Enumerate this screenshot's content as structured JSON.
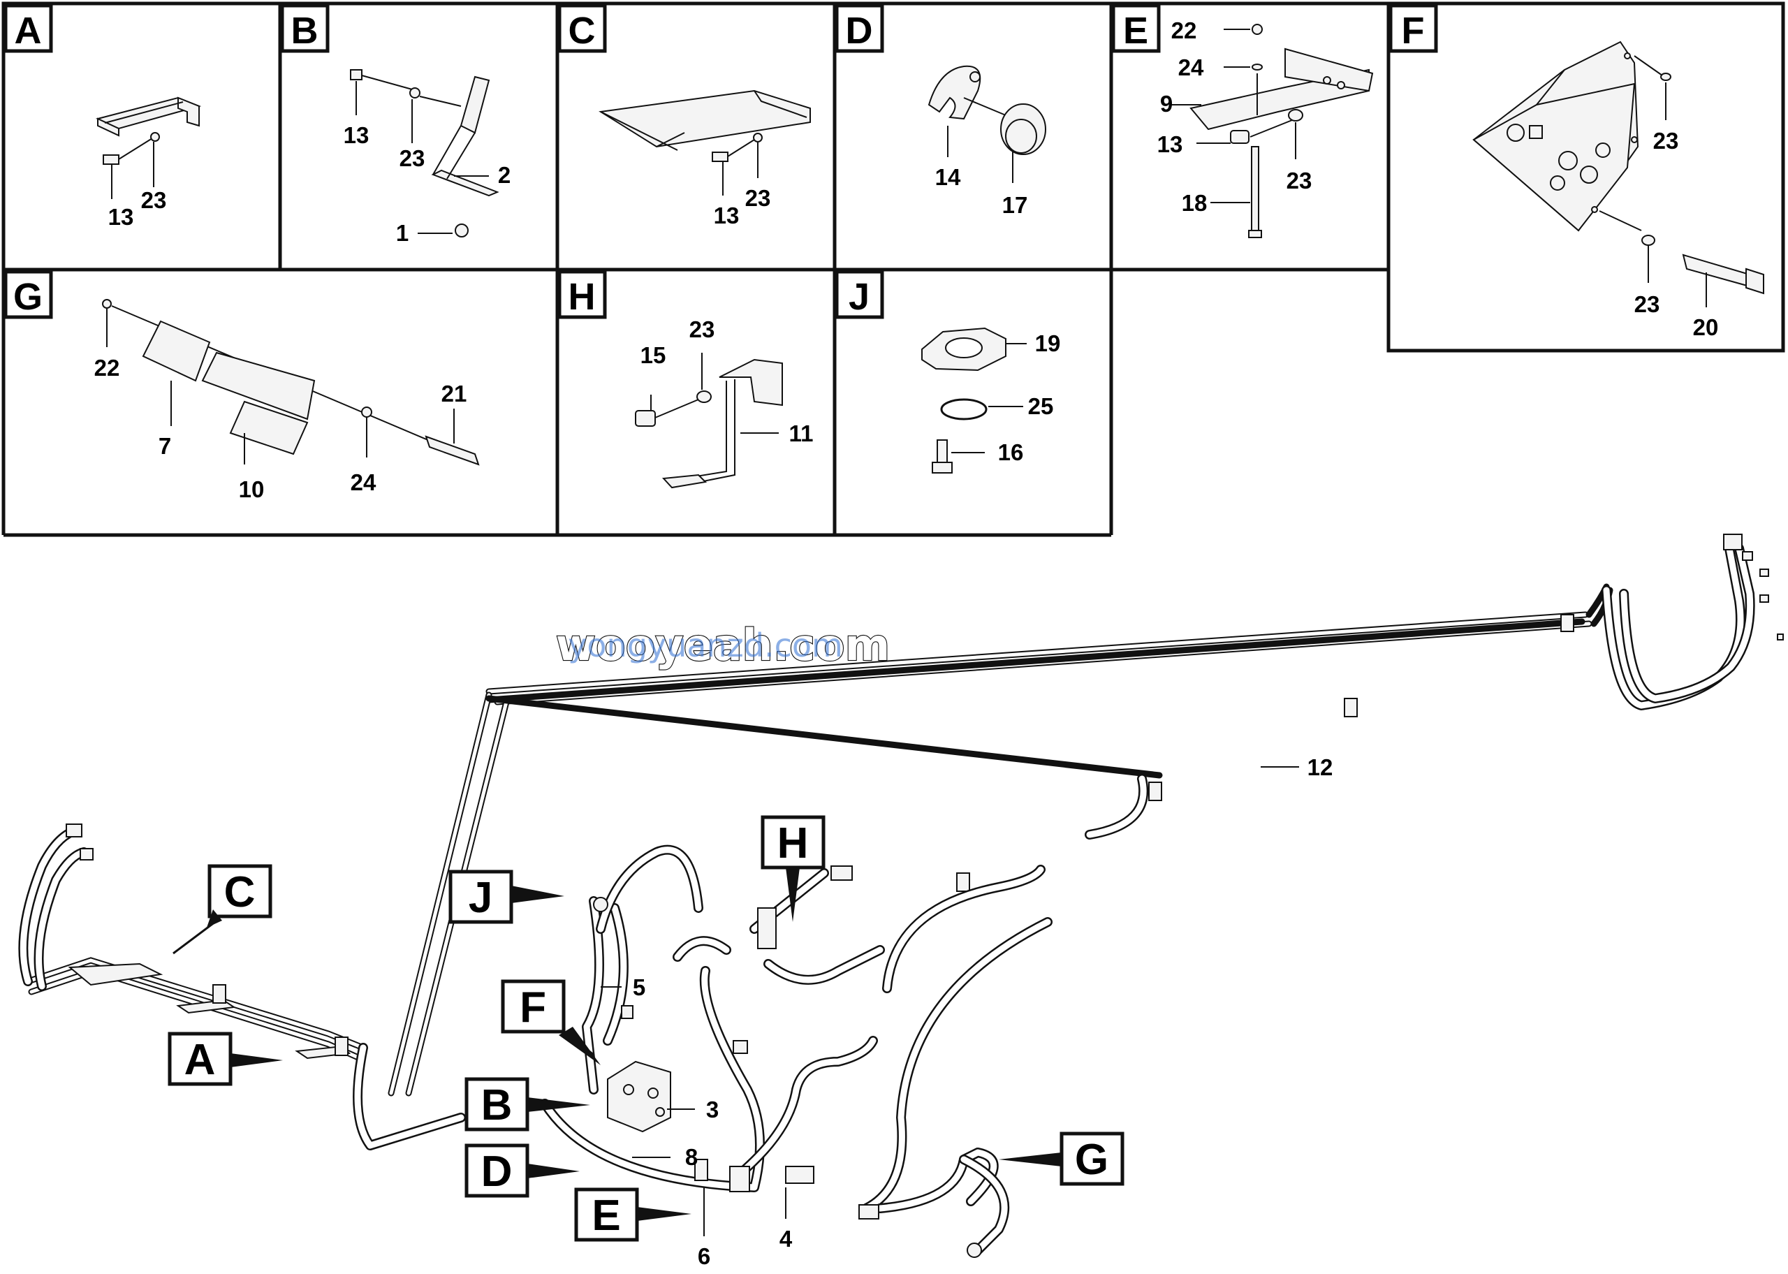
{
  "watermark": {
    "text": "wooyeah.com",
    "overlay_text": "yongyuanzd.com"
  },
  "panels": [
    {
      "letter": "A",
      "callouts": [
        "13",
        "23"
      ]
    },
    {
      "letter": "B",
      "callouts": [
        "13",
        "23",
        "2",
        "1"
      ]
    },
    {
      "letter": "C",
      "callouts": [
        "13",
        "23"
      ]
    },
    {
      "letter": "D",
      "callouts": [
        "14",
        "17"
      ]
    },
    {
      "letter": "E",
      "callouts": [
        "22",
        "24",
        "9",
        "13",
        "23",
        "18"
      ]
    },
    {
      "letter": "F",
      "callouts": [
        "23",
        "23",
        "20"
      ]
    },
    {
      "letter": "G",
      "callouts": [
        "22",
        "7",
        "10",
        "24",
        "21"
      ]
    },
    {
      "letter": "H",
      "callouts": [
        "15",
        "23",
        "11"
      ]
    },
    {
      "letter": "J",
      "callouts": [
        "19",
        "25",
        "16"
      ]
    }
  ],
  "main_view": {
    "refs": [
      "C",
      "A",
      "J",
      "F",
      "B",
      "D",
      "E",
      "H",
      "G"
    ],
    "callouts": [
      "12",
      "5",
      "3",
      "8",
      "4",
      "6"
    ]
  }
}
